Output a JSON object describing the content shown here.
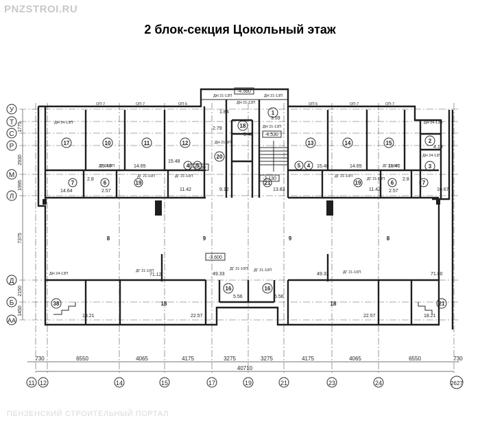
{
  "watermark_top": "PNZSTROI.RU",
  "title": "2 блок-секция Цокольный этаж",
  "watermark_bottom": "ПЕНЗЕНСКИЙ СТРОИТЕЛЬНЫЙ ПОРТАЛ",
  "axes_rows": [
    "У",
    "Т",
    "С",
    "Р",
    "М",
    "Л",
    "Д",
    "Б",
    "АА"
  ],
  "axes_columns": [
    "11",
    "12",
    "14",
    "15",
    "17",
    "19",
    "21",
    "23",
    "24",
    "2627"
  ],
  "row_dims": [
    "1775",
    "2930",
    "1995",
    "7375",
    "2150",
    "1450"
  ],
  "column_dims": [
    "730",
    "6550",
    "4065",
    "4175",
    "3275",
    "3275",
    "4175",
    "4065",
    "6550",
    "730"
  ],
  "total_dim": "40710",
  "levels": {
    "stair": "-4.560",
    "left_core": "-4.530",
    "right_core": "-4.530",
    "main": "-3.600",
    "stair_bottom": "-2.130"
  },
  "doors": {
    "dn_l1": "ДН 21-13П",
    "dn_r1": "ДН 21-13П",
    "dn_top_l": "ДН 21-13П",
    "dn_top_r": "ДН 21-13П",
    "dn_left_room": "ДН 24-13П",
    "dn_left_room2": "ДН 21-9П",
    "dn_right_room": "ДН 24-13П",
    "dn_right_room2": "ДН 24-13П",
    "dg_l1": "ДГ 21-8П",
    "dg_l2": "ДГ 21-10П",
    "dg_l3": "ДГ 21-10П",
    "dg_r1": "ДГ 21-8П",
    "dg_r2": "ДГ 21-10П",
    "dg_r3": "ДГ 21-10П",
    "dg_lower_l": "ДГ 21-10П",
    "dg_lower_r": "ДГ 21-10П",
    "dg_center_l": "ДГ 21-10П",
    "dg_center_r": "ДГ 21-10П",
    "dn_bottom_l": "ДН 24-13П",
    "op7a": "ОП-7",
    "op7b": "ОП-7",
    "op5a": "ОП-5",
    "op5b": "ОП-5",
    "op7c": "ОП-7",
    "op7d": "ОП-7"
  },
  "rooms": {
    "r17": "17",
    "r10l": "10",
    "r11l": "11",
    "r12l": "12",
    "r20": "20",
    "r18": "18",
    "r1": "1",
    "r13": "13",
    "r14": "14",
    "r15": "15",
    "r2": "2",
    "r3": "3",
    "r7l": "7",
    "r6l": "6",
    "r19l": "19",
    "r4l": "4",
    "r5l": "5",
    "r5r": "5",
    "r4r": "4",
    "r19r": "19",
    "r6r": "6",
    "r7r": "7",
    "r21top": "21",
    "r8l": "8",
    "r9l": "9",
    "r9r": "9",
    "r8r": "8",
    "r38": "38",
    "r18bl": "18",
    "r16l": "16",
    "r16r": "16",
    "r18br": "18",
    "r21": "21"
  },
  "areas": {
    "a19_40l": "19.40",
    "a14_65l": "14.65",
    "a15_48l": "15.48",
    "a1_84": "1.84",
    "a2_79": "2.79",
    "a5_45": "5.45",
    "a3_59": "3.59",
    "a15_48r": "15.48",
    "a14_65r": "14.65",
    "a19_40r": "19.40",
    "a4_19": "4.19",
    "a14_64": "14.64",
    "a2_57l": "2.57",
    "a11_42l": "11.42",
    "a9_12": "9.12",
    "a13_83": "13.83",
    "a11_42r": "11.42",
    "a2_57r": "2.57",
    "a10_67": "10.67",
    "a2_8a": "2.8",
    "a2_8b": "2.8",
    "a71_12": "71.12",
    "a49_33l": "49.33",
    "a49_33r": "49.33",
    "a71_80": "71.80",
    "a18_21l": "18.21",
    "a22_57l": "22.57",
    "a5_56l": "5.56",
    "a5_56r": "5.56",
    "a22_57r": "22.57",
    "a18_21r": "18.21"
  }
}
